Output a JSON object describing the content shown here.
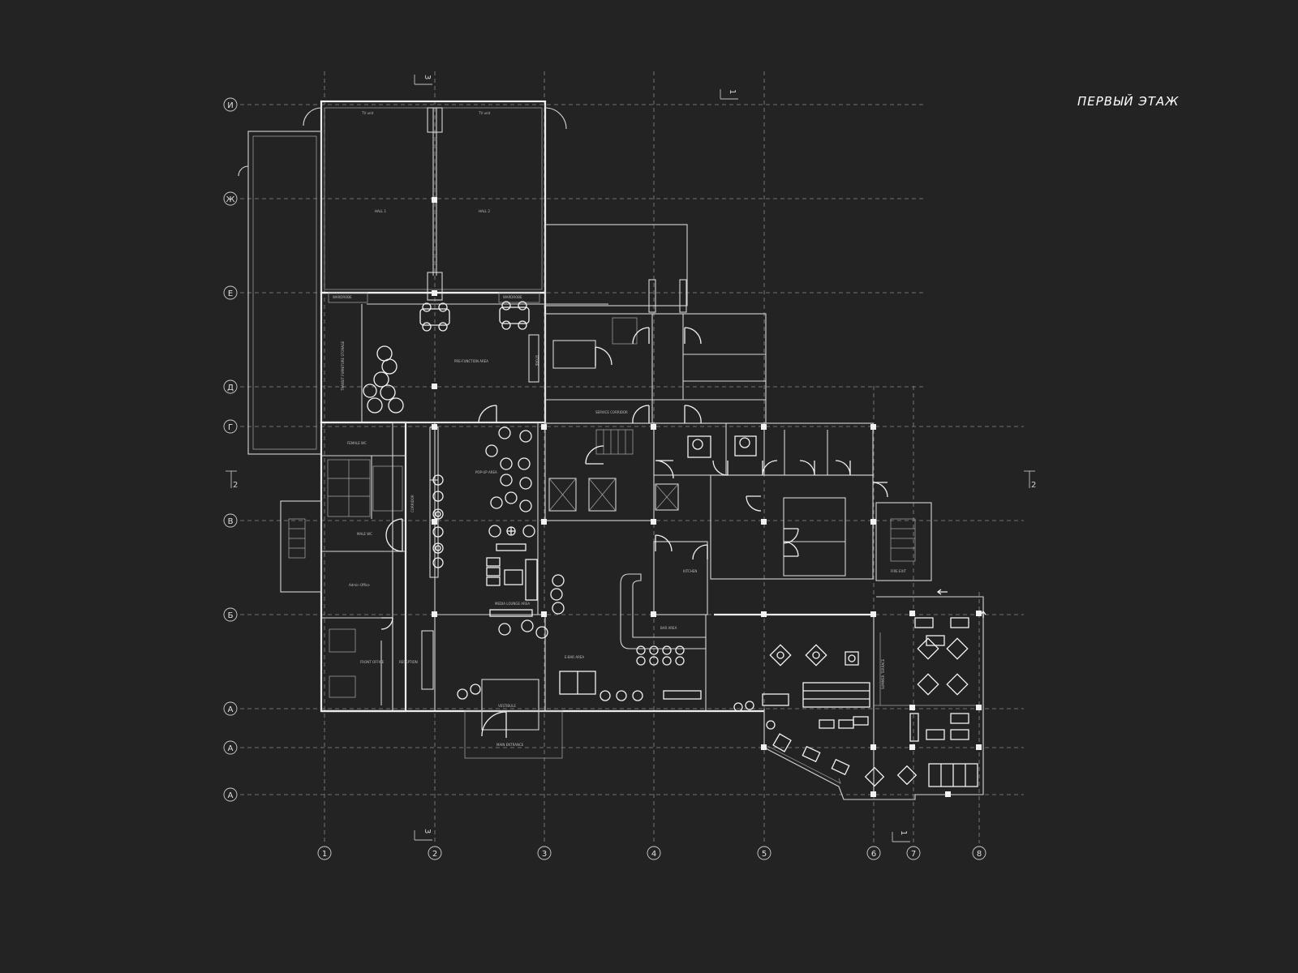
{
  "title": "ПЕРВЫЙ ЭТАЖ",
  "axes": {
    "rows": [
      {
        "id": "row-i",
        "label": "И"
      },
      {
        "id": "row-zh",
        "label": "Ж"
      },
      {
        "id": "row-e",
        "label": "Е"
      },
      {
        "id": "row-d",
        "label": "Д"
      },
      {
        "id": "row-g",
        "label": "Г"
      },
      {
        "id": "row-v",
        "label": "В"
      },
      {
        "id": "row-b",
        "label": "Б"
      },
      {
        "id": "row-a1",
        "label": "А"
      },
      {
        "id": "row-a2",
        "label": "А"
      },
      {
        "id": "row-a3",
        "label": "А"
      }
    ],
    "columns": [
      {
        "id": "col-1",
        "label": "1"
      },
      {
        "id": "col-2",
        "label": "2"
      },
      {
        "id": "col-3",
        "label": "3"
      },
      {
        "id": "col-4",
        "label": "4"
      },
      {
        "id": "col-5",
        "label": "5"
      },
      {
        "id": "col-6",
        "label": "6"
      },
      {
        "id": "col-7",
        "label": "7"
      },
      {
        "id": "col-8",
        "label": "8"
      }
    ]
  },
  "sections": {
    "s3": "3",
    "s1": "1",
    "s2": "2"
  },
  "rooms": {
    "hall1": "HALL 1",
    "hall2": "HALL 2",
    "tv1": "TV unit",
    "tv2": "TV unit",
    "wardrobe1": "WARDROBE",
    "wardrobe2": "WARDROBE",
    "prefunction": "PRE-FUNCTION AREA",
    "storage": "TRANSIT FURNITURE STORAGE",
    "storage2": "STORE",
    "service_corridor": "SERVICE CORRIDOR",
    "female_wc": "FEMALE WC",
    "male_wc": "MALE WC",
    "corridor": "CORRIDOR",
    "popup": "POP-UP AREA",
    "admin_office": "Admin Office",
    "front_office": "FRONT OFFICE",
    "reception": "RECEPTION",
    "media_lounge": "MEDIA LOUNGE AREA",
    "e_bar": "E-BAR AREA",
    "bar_area": "BAR AREA",
    "vestibule": "VESTIBULE",
    "main_entrance": "MAIN ENTRANCE",
    "fire_exit": "FIRE EXIT",
    "kitchen": "KITCHEN",
    "terrace": "SUMMER TERRACE"
  }
}
